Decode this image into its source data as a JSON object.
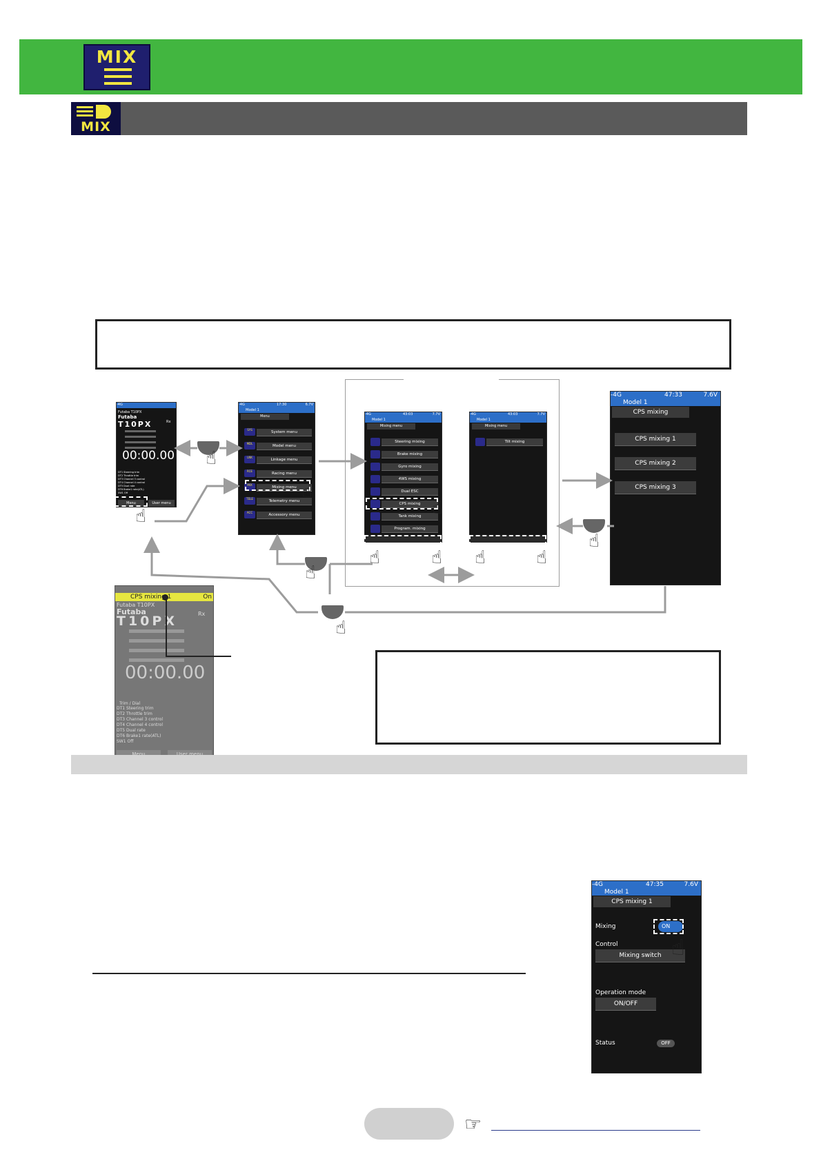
{
  "header": {
    "logo_text": "MIX"
  },
  "section": {
    "icon_text": "MIX"
  },
  "screens": {
    "home": {
      "status_left": "-4G",
      "brand": "Futaba T10PX",
      "logo": "Futaba",
      "model_text": "T10PX",
      "rx": "Rx",
      "timer": "00:00.00",
      "menu_btn": "Menu",
      "user_btn": "User menu",
      "trims": [
        "DT1 Steering trim",
        "DT2 Throttle trim",
        "DT3 Channel 3 control",
        "DT4 Channel 4 control",
        "DT5 Dual rate",
        "DT6 Brake1 rate(ATL)",
        "SW1 Off"
      ]
    },
    "menu": {
      "status_left": "-4G",
      "time": "17:30",
      "volt": "6.7V",
      "model": "Model 1",
      "title": "Menu",
      "items": [
        {
          "icon": "SYS",
          "label": "System menu"
        },
        {
          "icon": "MDL",
          "label": "Model menu"
        },
        {
          "icon": "LNK",
          "label": "Linkage menu"
        },
        {
          "icon": "RCE",
          "label": "Racing menu"
        },
        {
          "icon": "MIX",
          "label": "Mixing menu"
        },
        {
          "icon": "TELE",
          "label": "Telemetry menu"
        },
        {
          "icon": "ACC",
          "label": "Accessory menu"
        }
      ]
    },
    "mixing1": {
      "status_left": "-4G",
      "time": "43:03",
      "volt": "7.7V",
      "model": "Model 1",
      "title": "Mixing menu",
      "items": [
        "Steering mixing",
        "Brake mixing",
        "Gyro mixing",
        "4WS mixing",
        "Dual ESC",
        "CPS mixing",
        "Tank mixing",
        "Program. mixing"
      ]
    },
    "mixing2": {
      "status_left": "-4G",
      "time": "43:03",
      "volt": "7.7V",
      "model": "Model 1",
      "title": "Mixing menu",
      "items": [
        "Tilt mixing"
      ]
    },
    "cps": {
      "status_left": "-4G",
      "time": "47:33",
      "volt": "7.6V",
      "model": "Model 1",
      "title": "CPS mixing",
      "items": [
        "CPS mixing 1",
        "CPS mixing 2",
        "CPS mixing 3"
      ]
    },
    "home_dim": {
      "banner": "CPS mixing 1",
      "banner_end": "On",
      "brand": "Futaba T10PX",
      "logo": "Futaba",
      "model_text": "T10PX",
      "rx": "Rx",
      "timer": "00:00.00",
      "menu_btn": "Menu",
      "user_btn": "User menu",
      "trim_title": "Trim / Dial",
      "trims": [
        "DT1 Steering trim",
        "DT2 Throttle trim",
        "DT3 Channel 3 control",
        "DT4 Channel 4 control",
        "DT5 Dual rate",
        "DT6 Brake1 rate(ATL)",
        "SW1 Off"
      ]
    },
    "cps_detail": {
      "status_left": "-4G",
      "time": "47:35",
      "volt": "7.6V",
      "model": "Model 1",
      "title": "CPS mixing 1",
      "mixing_label": "Mixing",
      "mixing_value": "ON",
      "control_label": "Control",
      "control_value": "Mixing switch",
      "opmode_label": "Operation mode",
      "opmode_value": "ON/OFF",
      "status_label": "Status",
      "status_value": "OFF"
    }
  },
  "colors": {
    "green": "#42b640",
    "mix_yellow": "#f2e640",
    "navy": "#1f1f6e",
    "status_blue": "#2d6fc8"
  },
  "icons": {
    "pointer": "pointing-hand-icon",
    "tap": "tap-hand-icon"
  }
}
